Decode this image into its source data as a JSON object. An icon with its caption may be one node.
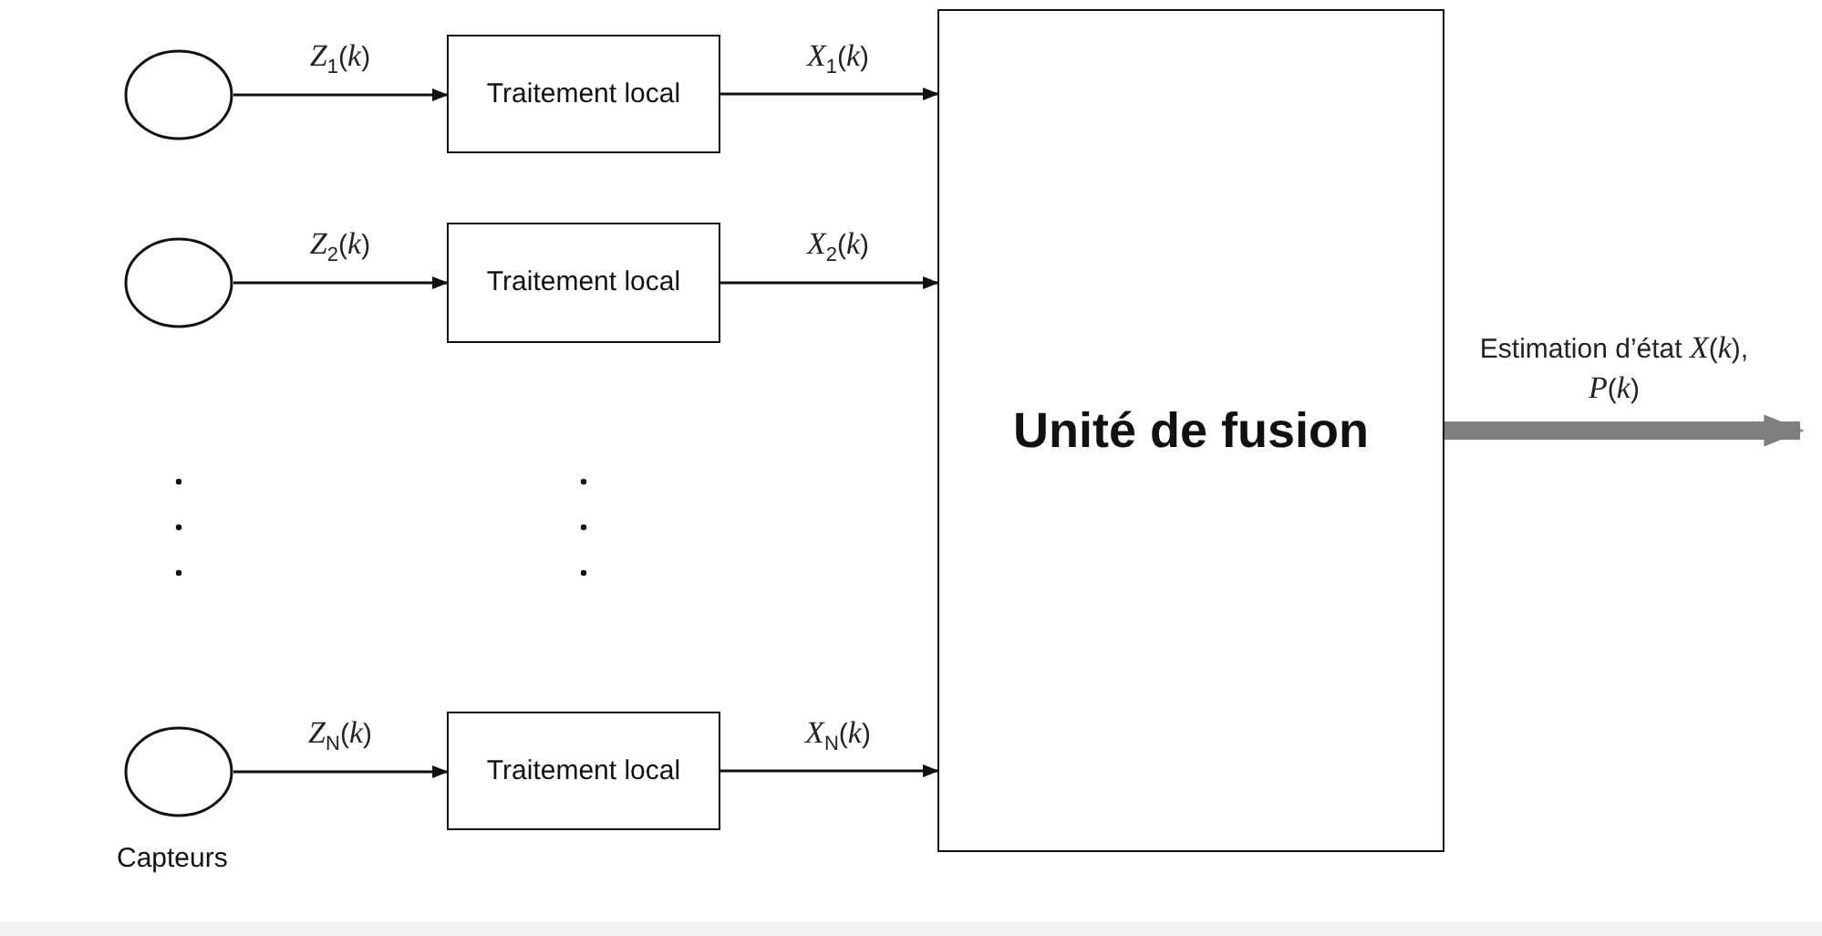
{
  "diagram": {
    "nodes": [
      {
        "text": [],
        "shape": "circle"
      },
      {
        "text": [
          "Traitement local"
        ]
      },
      {
        "text": [],
        "shape": "circle"
      },
      {
        "text": [
          "Traitement local"
        ]
      },
      {
        "text": [],
        "shape": "circle",
        "beside": [
          "Capteurs"
        ]
      },
      {
        "text": [
          "Traitement local"
        ]
      },
      {
        "text": [
          "Unité de fusion"
        ]
      }
    ],
    "edges": [
      {
        "from": 0,
        "to": 1,
        "arrow": "to",
        "label": "*Z*$_{1}$(*k*)"
      },
      {
        "from": 1,
        "to": 6,
        "arrow": "to",
        "label": "*X*$_{1}$(*k*)"
      },
      {
        "from": 2,
        "to": 3,
        "arrow": "to",
        "label": "*Z*$_{2}$(*k*)"
      },
      {
        "from": 3,
        "to": 6,
        "arrow": "to",
        "label": "*X*$_{2}$(*k*)"
      },
      {
        "from": 4,
        "to": 5,
        "arrow": "to",
        "label": "*Z*$_{N}$(*k*)"
      },
      {
        "from": 5,
        "to": 6,
        "arrow": "to",
        "label": "*X*$_{N}$(*k*)"
      },
      {
        "from": 6,
        "to": null,
        "arrow": "to",
        "label": "Estimation d’état *X*(*k*), *P*(*k*)",
        "style": "thick",
        "color": "#7f7f7f"
      }
    ]
  }
}
